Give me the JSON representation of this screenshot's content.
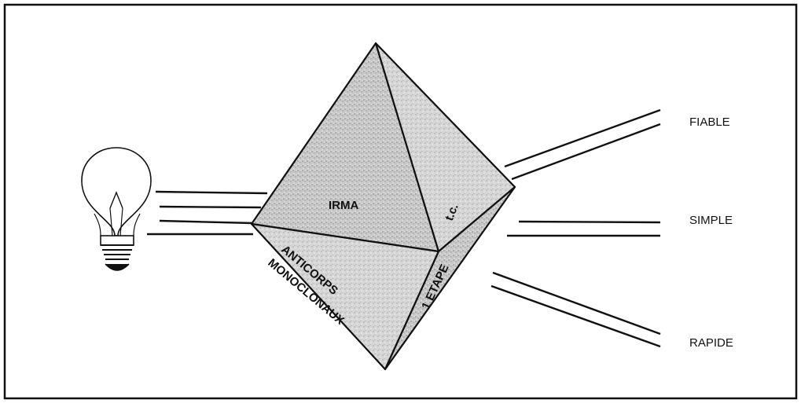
{
  "diagram": {
    "faces": {
      "front_top": "IRMA",
      "right_top": "t.c.",
      "front_bottom_line1": "ANTICORPS",
      "front_bottom_line2": "MONOCLONAUX",
      "right_bottom": "1 ETAPE"
    },
    "outputs": {
      "top": "FIABLE",
      "middle": "SIMPLE",
      "bottom": "RAPIDE"
    },
    "icons": {
      "source": "light-bulb-icon"
    },
    "colors": {
      "line": "#111111",
      "face_light": "#c9c9c9",
      "face_dark": "#a8a8a8",
      "background": "#ffffff"
    }
  }
}
